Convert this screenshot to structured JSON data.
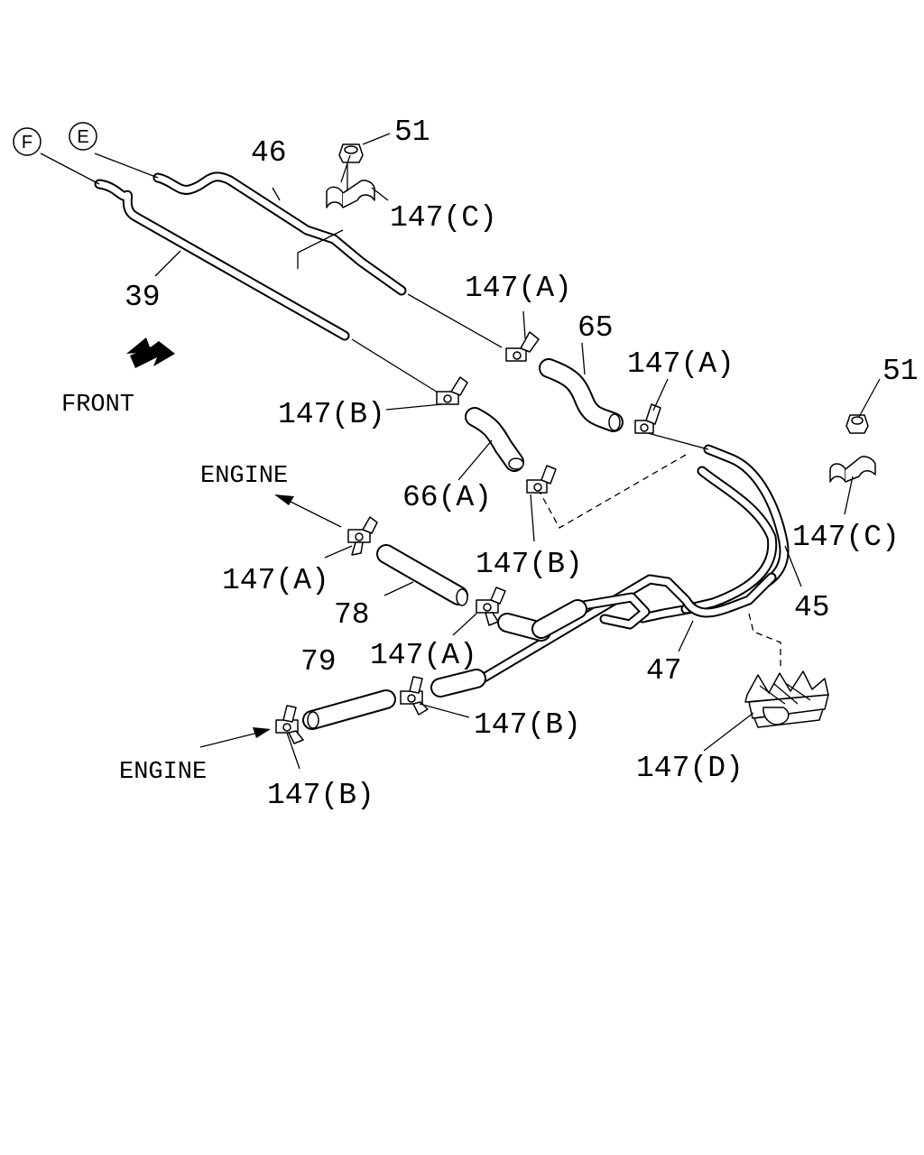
{
  "connectors": {
    "e": "E",
    "f": "F"
  },
  "direction": {
    "front": "FRONT",
    "engine_top": "ENGINE",
    "engine_bottom": "ENGINE"
  },
  "callouts": {
    "p51_top": "51",
    "p51_right": "51",
    "p46": "46",
    "p39": "39",
    "p65": "65",
    "p66a": "66(A)",
    "p78": "78",
    "p79": "79",
    "p45": "45",
    "p47": "47",
    "c147c_top": "147(C)",
    "c147c_right": "147(C)",
    "c147a_1": "147(A)",
    "c147a_2": "147(A)",
    "c147a_3": "147(A)",
    "c147a_4": "147(A)",
    "c147b_1": "147(B)",
    "c147b_2": "147(B)",
    "c147b_3": "147(B)",
    "c147b_4": "147(B)",
    "c147d": "147(D)"
  }
}
